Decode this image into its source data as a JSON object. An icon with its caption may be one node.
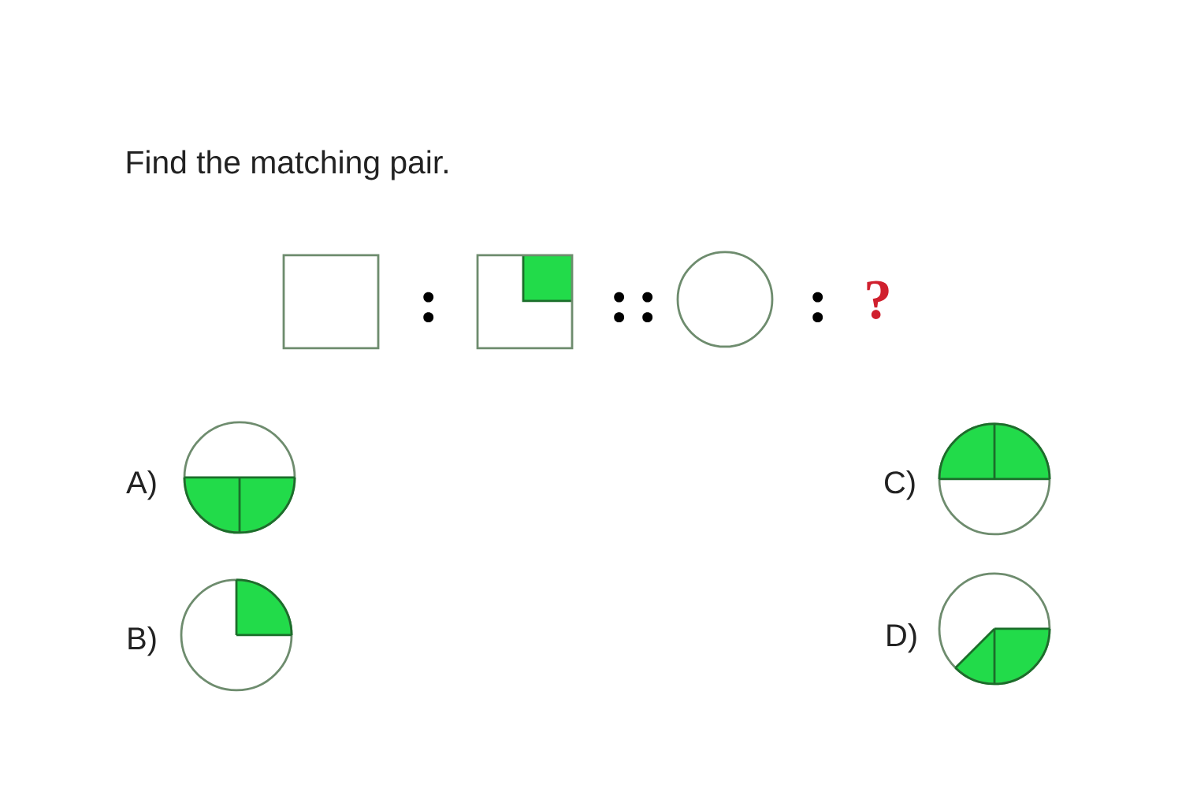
{
  "diagram": {
    "title": "Find the matching pair.",
    "labels": [
      ":",
      "::",
      ":",
      "?",
      "A)",
      "C)",
      "B)",
      "D)"
    ]
  }
}
